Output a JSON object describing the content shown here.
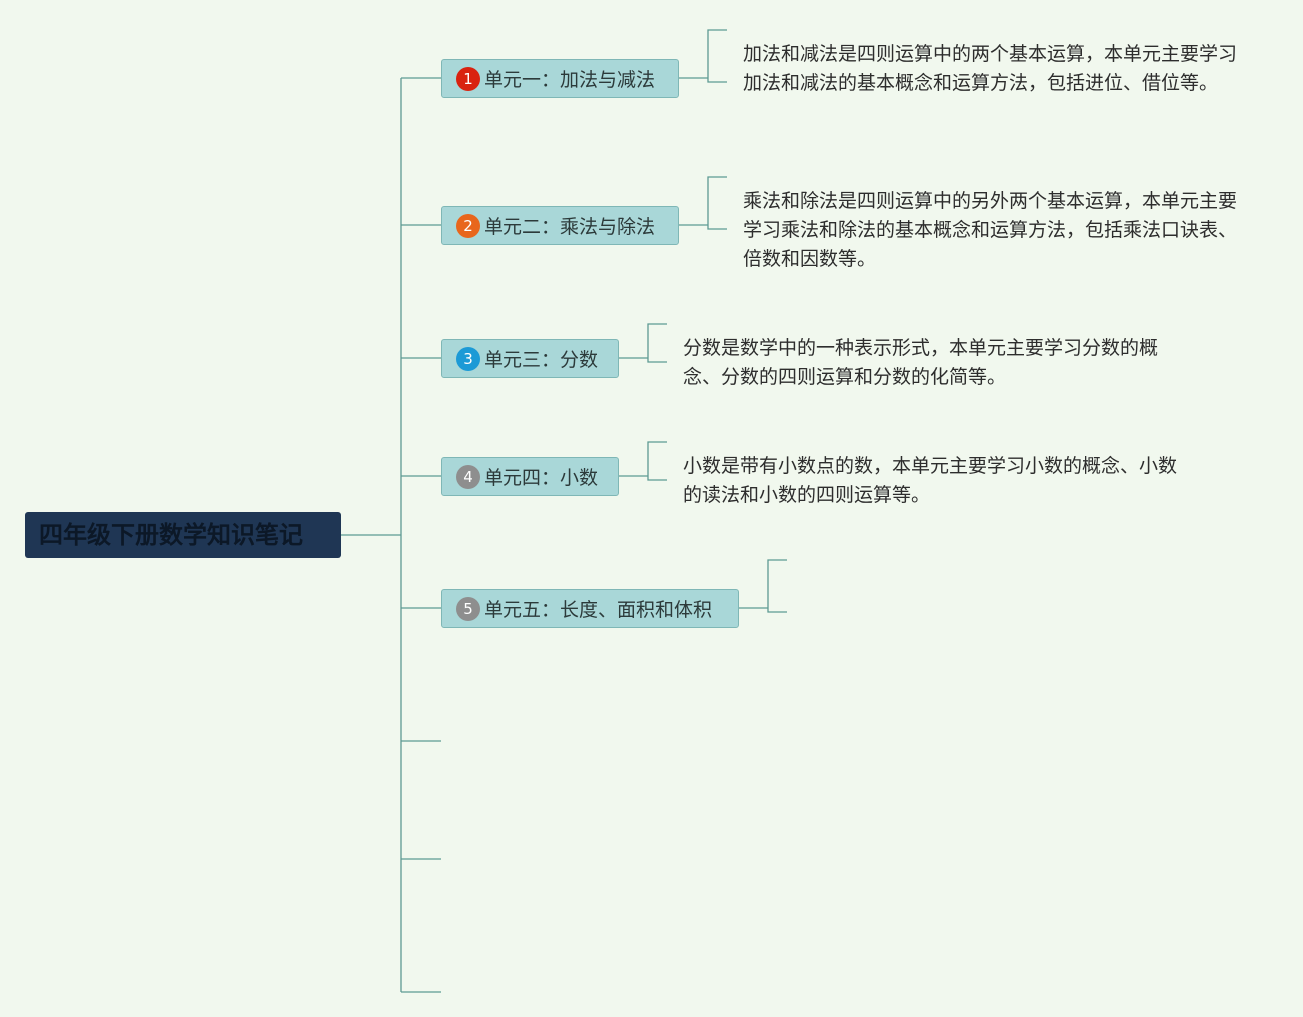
{
  "map": {
    "root_title": "四年级下册数学知识笔记",
    "topics": [
      {
        "number": "1",
        "label": "单元一：加法与减法",
        "badge_color": "#d9220f",
        "note": "加法和减法是四则运算中的两个基本运算，本单元主要学习加法和减法的基本概念和运算方法，包括进位、借位等。"
      },
      {
        "number": "2",
        "label": "单元二：乘法与除法",
        "badge_color": "#e8661c",
        "note": "乘法和除法是四则运算中的另外两个基本运算，本单元主要学习乘法和除法的基本概念和运算方法，包括乘法口诀表、倍数和因数等。"
      },
      {
        "number": "3",
        "label": "单元三：分数",
        "badge_color": "#1c9ad6",
        "note": "分数是数学中的一种表示形式，本单元主要学习分数的概念、分数的四则运算和分数的化简等。"
      },
      {
        "number": "4",
        "label": "单元四：小数",
        "badge_color": "#8e8e8e",
        "note": "小数是带有小数点的数，本单元主要学习小数的概念、小数的读法和小数的四则运算等。"
      },
      {
        "number": "5",
        "label": "单元五：长度、面积和体积",
        "badge_color": "#8e8e8e",
        "note": ""
      }
    ],
    "colors": {
      "background": "#f1f8ee",
      "connector": "#5e9a93",
      "root_fill": "#1f3654",
      "topic_fill": "#a9d7d8"
    }
  }
}
